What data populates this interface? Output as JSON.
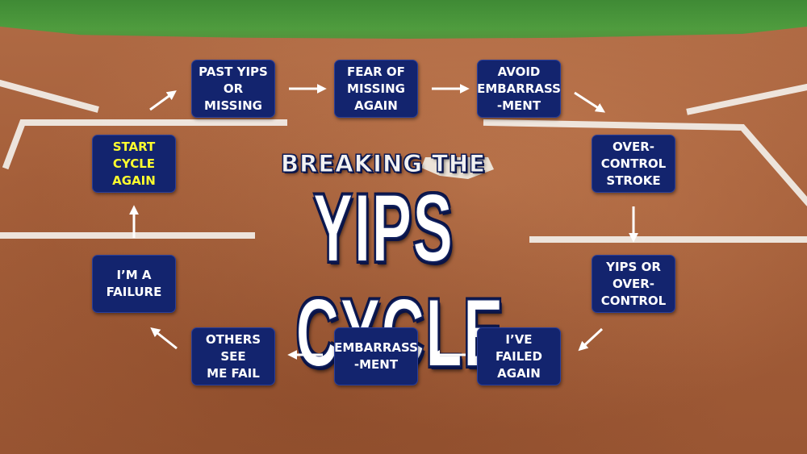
{
  "title": {
    "line1": "BREAKING THE",
    "line2": "YIPS CYCLE"
  },
  "cycle": [
    {
      "label": "PAST YIPS\nOR MISSING",
      "highlight": false
    },
    {
      "label": "FEAR OF\nMISSING\nAGAIN",
      "highlight": false
    },
    {
      "label": "AVOID\nEMBARRASS\n-MENT",
      "highlight": false
    },
    {
      "label": "OVER-\nCONTROL\nSTROKE",
      "highlight": false
    },
    {
      "label": "YIPS OR\nOVER-\nCONTROL",
      "highlight": false
    },
    {
      "label": "I’VE FAILED\nAGAIN",
      "highlight": false
    },
    {
      "label": "EMBARRASS\n-MENT",
      "highlight": false
    },
    {
      "label": "OTHERS SEE\nME FAIL",
      "highlight": false
    },
    {
      "label": "I’M A\nFAILURE",
      "highlight": false
    },
    {
      "label": "START\nCYCLE\nAGAIN",
      "highlight": true
    }
  ],
  "colors": {
    "box_fill": "#13246e",
    "text": "#ffffff",
    "highlight_text": "#ffff2e",
    "arrow": "#ffffff"
  }
}
